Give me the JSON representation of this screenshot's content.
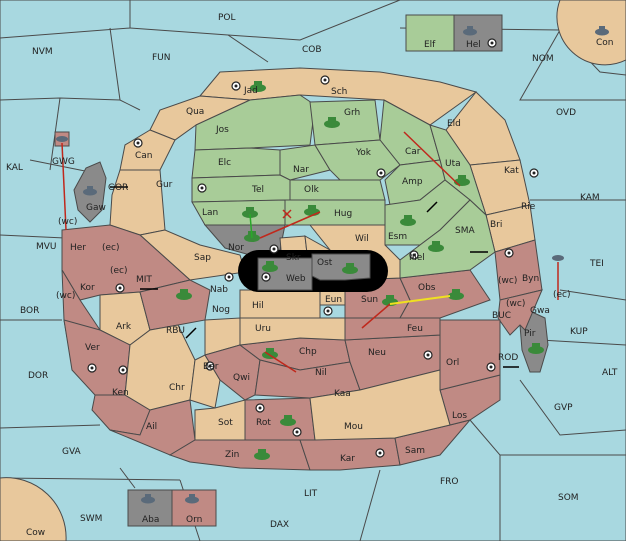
{
  "colors": {
    "sea": "#a8d8e0",
    "tan": "#e8c89c",
    "green": "#a8cc98",
    "red": "#c08a84",
    "gray": "#8a8a8a",
    "tank": "#3a8a3a",
    "order_red": "#c0281c",
    "order_yellow": "#f0e020",
    "order_green": "#2aa82a"
  },
  "labels": {
    "POL": "POL",
    "NVM": "NVM",
    "FUN": "FUN",
    "COB": "COB",
    "NOM": "NOM",
    "Con": "Con",
    "Elf": "Elf",
    "Hel": "Hel",
    "Jad": "Jad",
    "Sch": "Sch",
    "Qua": "Qua",
    "Jos": "Jos",
    "Grh": "Grh",
    "Eld": "Eld",
    "OVD": "OVD",
    "KAL": "KAL",
    "GWG": "GWG",
    "Can": "Can",
    "Elc": "Elc",
    "Nar": "Nar",
    "Yok": "Yok",
    "Car": "Car",
    "Uta": "Uta",
    "Kat": "Kat",
    "KAM": "KAM",
    "GOR": "GOR",
    "Gaw": "Gaw",
    "Gur": "Gur",
    "Tel": "Tel",
    "Olk": "Olk",
    "Amp": "Amp",
    "Rie": "Rie",
    "Lan": "Lan",
    "Hug": "Hug",
    "Bri": "Bri",
    "wc1": "(wc)",
    "MVU": "MVU",
    "Her": "Her",
    "ec1": "(ec)",
    "Nor": "Nor",
    "Skr": "Skr",
    "Wil": "Wil",
    "Esm": "Esm",
    "SMA": "SMA",
    "Mel": "Mel",
    "TEI": "TEI",
    "Sap": "Sap",
    "Web": "Web",
    "Ost": "Ost",
    "ec2": "(ec)",
    "Kor": "Kor",
    "wc2": "(wc)",
    "Byn": "Byn",
    "MIT": "MIT",
    "Nab": "Nab",
    "Eun": "Eun",
    "Sun": "Sun",
    "Obs": "Obs",
    "ec3": "(ec)",
    "wc3": "(wc)",
    "BOR": "BOR",
    "Hil": "Hil",
    "Gwa": "Gwa",
    "Ark": "Ark",
    "Nog": "Nog",
    "BUC": "BUC",
    "KUP": "KUP",
    "RBU": "RBU",
    "Uru": "Uru",
    "Feu": "Feu",
    "Pir": "Pir",
    "Ver": "Ver",
    "Chp": "Chp",
    "Neu": "Neu",
    "Bar": "Bar",
    "Orl": "Orl",
    "ROD": "ROD",
    "ALT": "ALT",
    "DOR": "DOR",
    "Qwi": "Qwi",
    "Nil": "Nil",
    "Ken": "Ken",
    "Chr": "Chr",
    "Kaa": "Kaa",
    "GVP": "GVP",
    "Rot": "Rot",
    "Los": "Los",
    "Ail": "Ail",
    "Sot": "Sot",
    "Mou": "Mou",
    "GVA": "GVA",
    "Zin": "Zin",
    "Kar": "Kar",
    "Sam": "Sam",
    "FRO": "FRO",
    "LIT": "LIT",
    "SOM": "SOM",
    "SWM": "SWM",
    "Aba": "Aba",
    "Orn": "Orn",
    "DAX": "DAX",
    "Cow": "Cow"
  }
}
